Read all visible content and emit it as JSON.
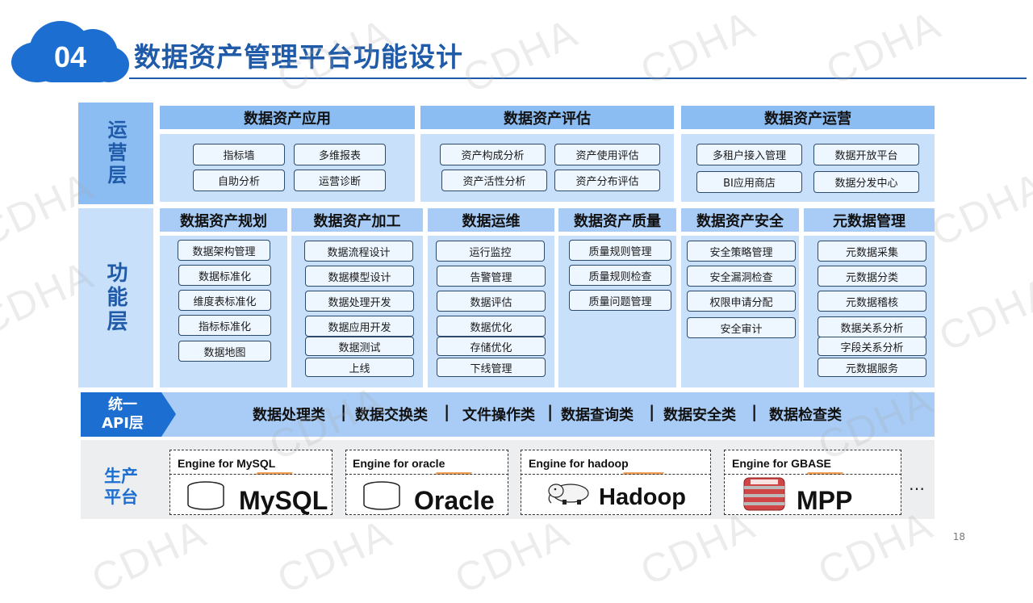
{
  "header": {
    "section_number": "04",
    "title": "数据资产管理平台功能设计"
  },
  "operation_layer": {
    "label": "运营层",
    "groups": [
      {
        "title": "数据资产应用",
        "items": [
          "指标墙",
          "多维报表",
          "自助分析",
          "运营诊断"
        ]
      },
      {
        "title": "数据资产评估",
        "items": [
          "资产构成分析",
          "资产使用评估",
          "资产活性分析",
          "资产分布评估"
        ]
      },
      {
        "title": "数据资产运营",
        "items": [
          "多租户接入管理",
          "数据开放平台",
          "BI应用商店",
          "数据分发中心"
        ]
      }
    ]
  },
  "function_layer": {
    "label": "功能层",
    "columns": [
      {
        "title": "数据资产规划",
        "items": [
          "数据架构管理",
          "数据标准化",
          "维度表标准化",
          "指标标准化",
          "数据地图"
        ]
      },
      {
        "title": "数据资产加工",
        "items": [
          "数据流程设计",
          "数据模型设计",
          "数据处理开发",
          "数据应用开发",
          "数据测试",
          "上线"
        ]
      },
      {
        "title": "数据运维",
        "items": [
          "运行监控",
          "告警管理",
          "数据评估",
          "数据优化",
          "存储优化",
          "下线管理"
        ]
      },
      {
        "title": "数据资产质量",
        "items": [
          "质量规则管理",
          "质量规则检查",
          "质量问题管理"
        ]
      },
      {
        "title": "数据资产安全",
        "items": [
          "安全策略管理",
          "安全漏洞检查",
          "权限申请分配",
          "安全审计"
        ]
      },
      {
        "title": "元数据管理",
        "items": [
          "元数据采集",
          "元数据分类",
          "元数据稽核",
          "数据关系分析",
          "字段关系分析",
          "元数据服务"
        ]
      }
    ]
  },
  "api_layer": {
    "label_line1": "统一",
    "label_line2": "API层",
    "items": [
      "数据处理类",
      "数据交换类",
      "文件操作类",
      "数据查询类",
      "数据安全类",
      "数据检查类"
    ],
    "separator": "|"
  },
  "production_layer": {
    "label_line1": "生产",
    "label_line2": "平台",
    "engines": [
      {
        "title": "Engine for MySQL",
        "name": "MySQL",
        "icon": "database-cylinder-icon"
      },
      {
        "title": "Engine for  oracle",
        "name": "Oracle",
        "icon": "database-cylinder-icon"
      },
      {
        "title": "Engine for hadoop",
        "name": "Hadoop",
        "icon": "hadoop-elephant-icon"
      },
      {
        "title": "Engine for GBASE",
        "name": "MPP",
        "icon": "gbase-server-icon"
      }
    ],
    "more": "…"
  },
  "watermark": "CDHA",
  "page_number": "18",
  "colors": {
    "brand_blue": "#1c6fd0",
    "title_blue": "#1f5ba8",
    "header_fill": "#8bbcf2",
    "panel_fill": "#c9e0fb",
    "accent_orange": "#f2a35a"
  }
}
